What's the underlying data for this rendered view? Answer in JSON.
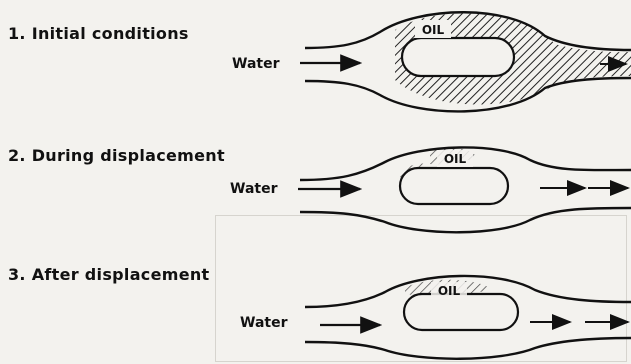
{
  "panels": [
    {
      "number": "1.",
      "title": "Initial conditions",
      "inflow_label": "Water",
      "oil_label": "OIL"
    },
    {
      "number": "2.",
      "title": "During displacement",
      "inflow_label": "Water",
      "oil_label": "OIL"
    },
    {
      "number": "3.",
      "title": "After displacement",
      "inflow_label": "Water",
      "oil_label": "OIL"
    }
  ]
}
